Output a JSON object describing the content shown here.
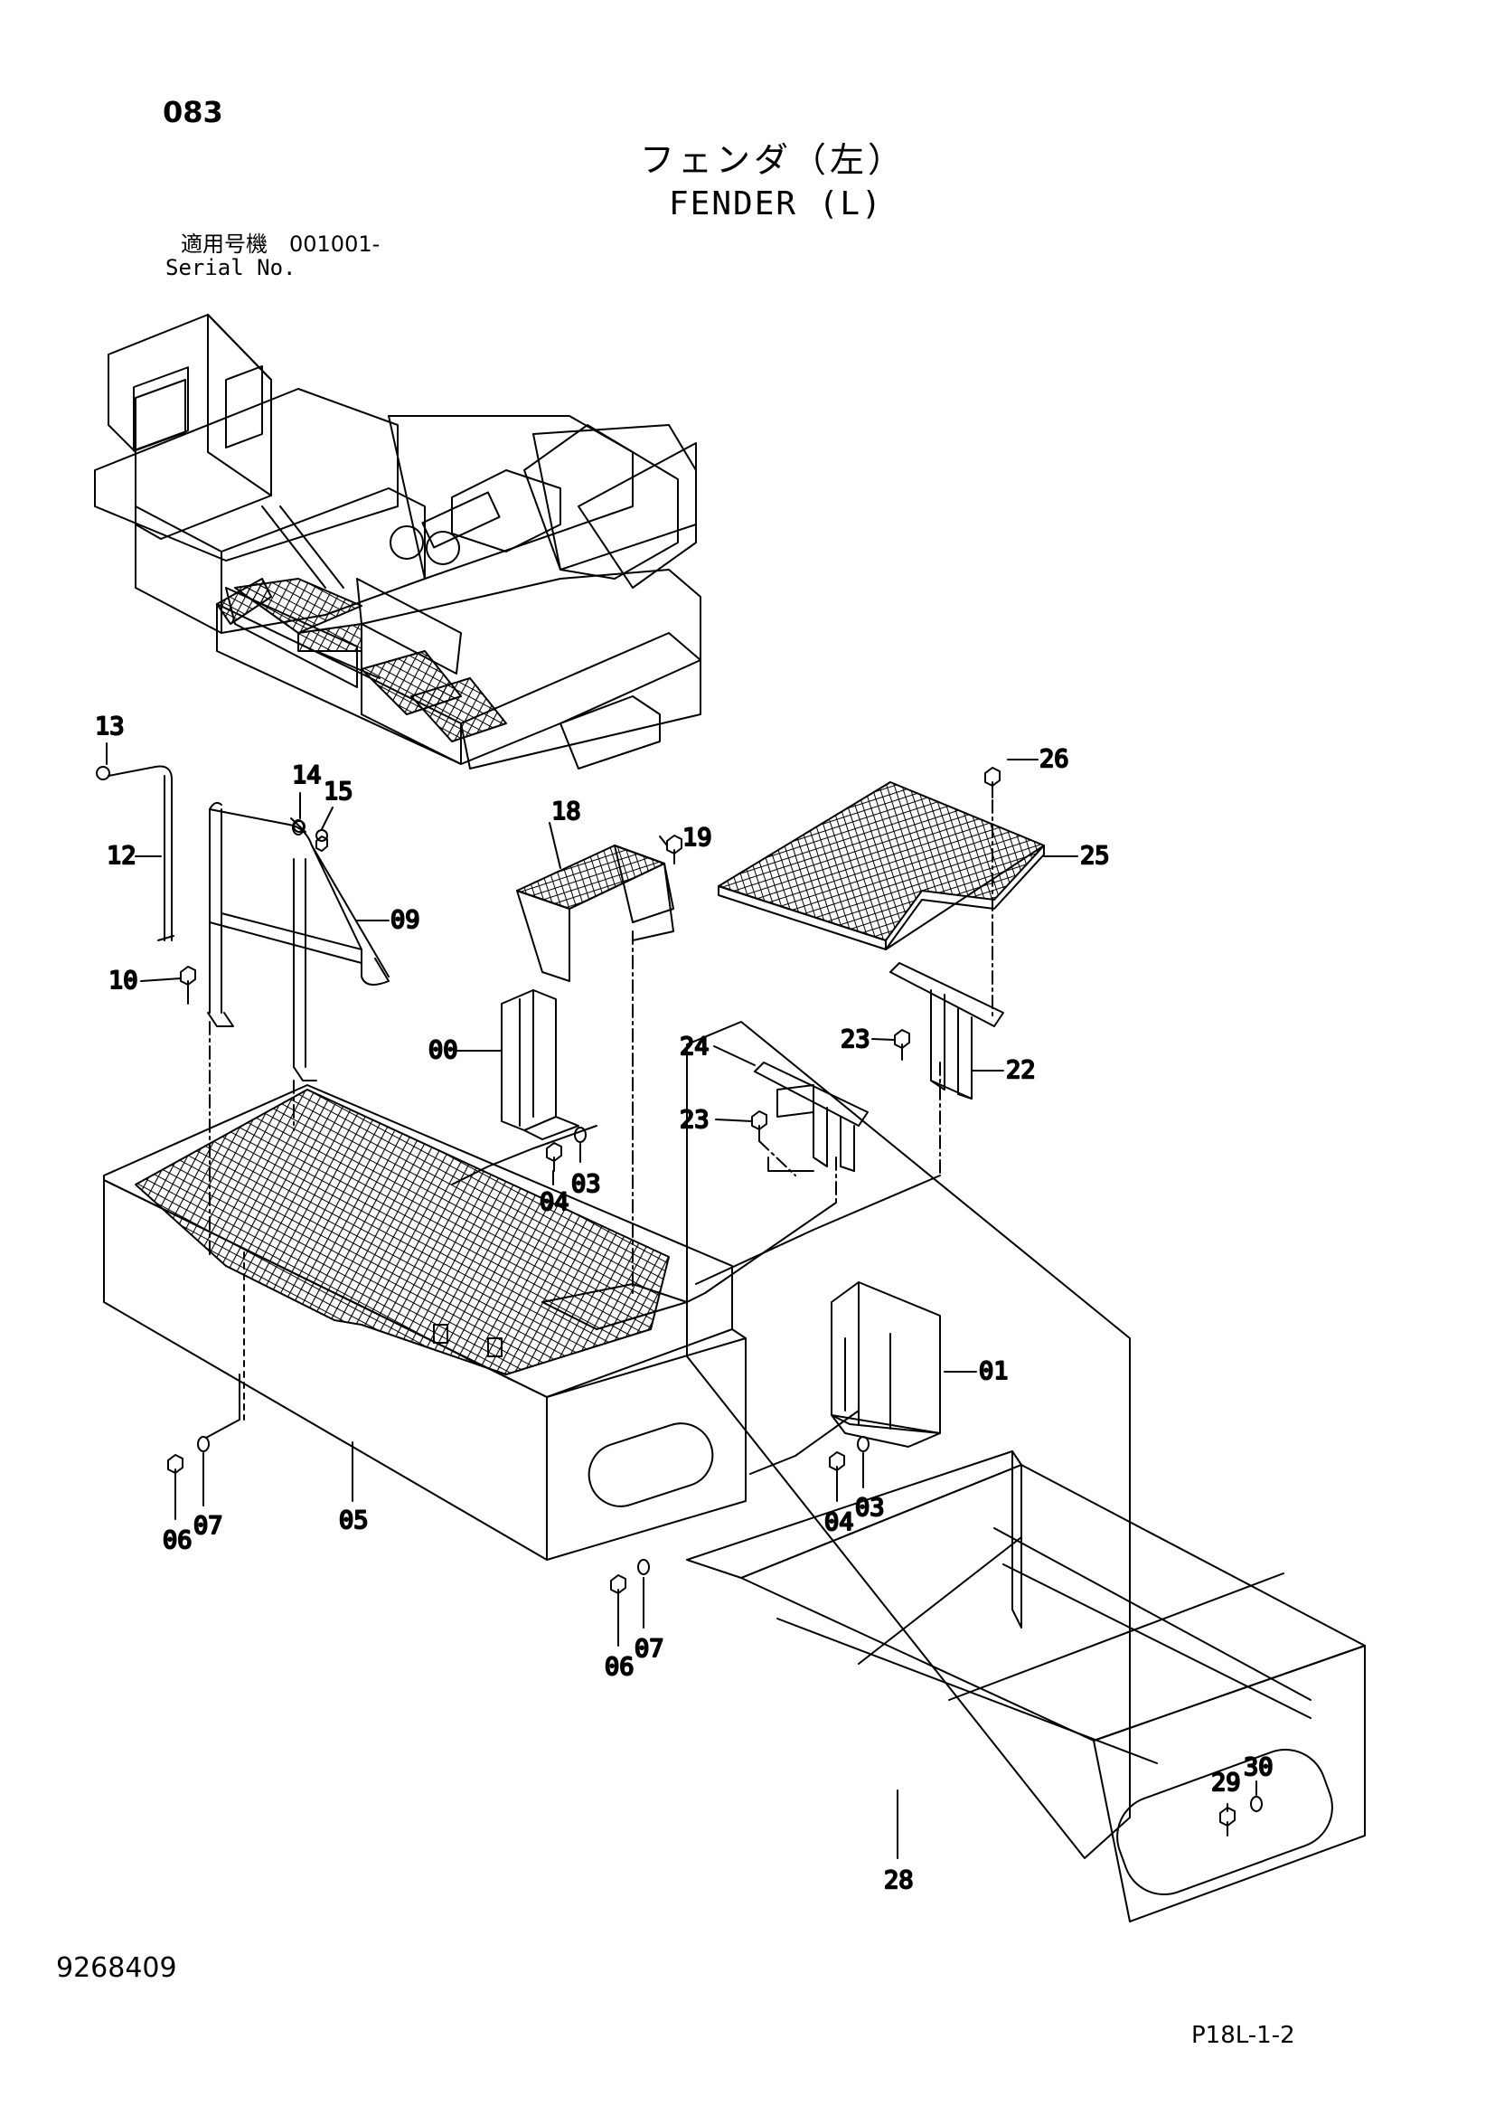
{
  "page_code": "083",
  "title_jp": "フェンダ（左）",
  "title_en": "FENDER (L)",
  "serial_label_jp": "適用号機　001001-",
  "serial_label_en": "Serial No.",
  "document_number": "9268409",
  "sheet_reference": "P18L-1-2",
  "part_labels": {
    "p00": "00",
    "p01": "01",
    "p03a": "03",
    "p03b": "03",
    "p04a": "04",
    "p04b": "04",
    "p05": "05",
    "p06a": "06",
    "p06b": "06",
    "p07a": "07",
    "p07b": "07",
    "p09": "09",
    "p10": "10",
    "p12": "12",
    "p13": "13",
    "p14": "14",
    "p15": "15",
    "p18": "18",
    "p19": "19",
    "p22": "22",
    "p23a": "23",
    "p23b": "23",
    "p24": "24",
    "p25": "25",
    "p26": "26",
    "p28": "28",
    "p29": "29",
    "p30": "30"
  }
}
